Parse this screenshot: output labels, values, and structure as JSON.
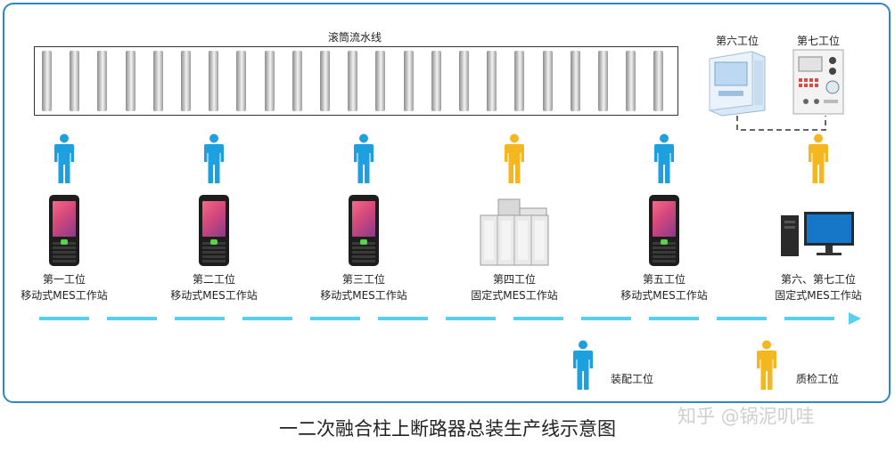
{
  "diagram": {
    "roller_line_label": "滚筒流水线",
    "title": "一二次融合柱上断路器总装生产线示意图",
    "watermark": "知乎 @锅泥叽哇",
    "colors": {
      "assembly": "#1ea0de",
      "quality": "#f4b71f",
      "flow": "#55d0ee",
      "border": "#2f86c6"
    },
    "stations": [
      {
        "name": "第一工位",
        "type": "移动式MES工作站",
        "role": "assembly",
        "device": "handheld-terminal"
      },
      {
        "name": "第二工位",
        "type": "移动式MES工作站",
        "role": "assembly",
        "device": "handheld-terminal"
      },
      {
        "name": "第三工位",
        "type": "移动式MES工作站",
        "role": "assembly",
        "device": "handheld-terminal"
      },
      {
        "name": "第四工位",
        "type": "固定式MES工作站",
        "role": "quality",
        "device": "test-cabinet"
      },
      {
        "name": "第五工位",
        "type": "移动式MES工作站",
        "role": "assembly",
        "device": "handheld-terminal"
      },
      {
        "name": "第六、第七工位",
        "type": "固定式MES工作站",
        "role": "quality",
        "device": "desktop-computer"
      }
    ],
    "equipment": [
      {
        "name": "第六工位"
      },
      {
        "name": "第七工位"
      }
    ],
    "legend": [
      {
        "label": "装配工位",
        "role": "assembly"
      },
      {
        "label": "质检工位",
        "role": "quality"
      }
    ]
  }
}
